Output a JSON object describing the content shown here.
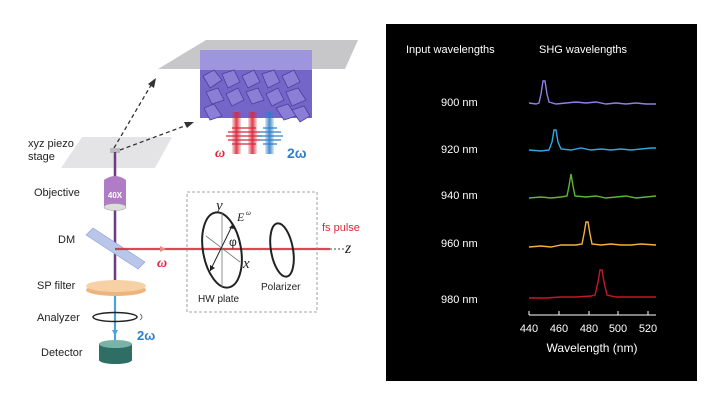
{
  "setup_diagram": {
    "labels": {
      "stage": [
        "xyz piezo",
        "stage"
      ],
      "objective": "Objective",
      "objective_mag": "40X",
      "dm": "DM",
      "sp_filter": "SP filter",
      "analyzer": "Analyzer",
      "detector": "Detector",
      "hw_plate": "HW plate",
      "polarizer": "Polarizer",
      "fs_pulse": "fs pulse",
      "omega": "ω",
      "two_omega": "2ω",
      "axis_x": "x",
      "axis_y": "y",
      "axis_z": "z",
      "field": "E",
      "field_sup": "ω",
      "angle": "φ"
    },
    "colors": {
      "fundamental": "#d7283a",
      "shg": "#2e7fc9",
      "crystal": "#7466c8",
      "objective": "#b07cc6",
      "filter": "#f4c48e",
      "detector": "#3f8a7e",
      "dm": "#b9c6ea"
    }
  },
  "spectra_panel": {
    "header_input": "Input wavelengths",
    "header_shg": "SHG wavelengths",
    "background": "#000000"
  },
  "chart_data": {
    "type": "line",
    "title": "",
    "xlabel": "Wavelength (nm)",
    "ylabel": "",
    "xlim": [
      440,
      525
    ],
    "xticks": [
      440,
      460,
      480,
      500,
      520
    ],
    "grid": false,
    "legend": "row labels on left (Input wavelengths)",
    "series": [
      {
        "name": "900 nm",
        "input_nm": 900,
        "peak_nm": 450,
        "color": "#8f7fe8"
      },
      {
        "name": "920 nm",
        "input_nm": 920,
        "peak_nm": 460,
        "color": "#2fa6e6"
      },
      {
        "name": "940 nm",
        "input_nm": 940,
        "peak_nm": 470,
        "color": "#5fb534"
      },
      {
        "name": "960 nm",
        "input_nm": 960,
        "peak_nm": 480,
        "color": "#f2b23c"
      },
      {
        "name": "980 nm",
        "input_nm": 980,
        "peak_nm": 490,
        "color": "#c4182a"
      }
    ]
  }
}
